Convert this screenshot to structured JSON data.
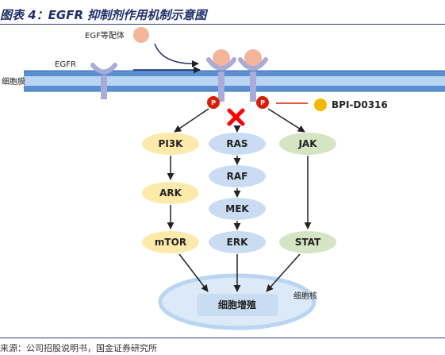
{
  "title": "图表 4：EGFR 抑制剂作用机制示意图",
  "source": "来源：公司招股说明书，国金证券研究所",
  "labels": {
    "ligand": "EGF等配体",
    "receptor": "EGFR",
    "membrane": "细胞膜",
    "inhibitor": "BPI-D0316",
    "phospho": "P",
    "nucleus": "细胞核",
    "outcome": "细胞增殖"
  },
  "pathways": {
    "left": [
      "PI3K",
      "ARK",
      "mTOR"
    ],
    "middle": [
      "RAS",
      "RAF",
      "MEK",
      "ERK"
    ],
    "right": [
      "JAK",
      "STAT"
    ]
  },
  "colors": {
    "title": "#1f2f6b",
    "rule": "#2b3f85",
    "membrane_outer": "#5b8fd3",
    "membrane_inner": "#b9d5f1",
    "receptor": "#a8acd6",
    "ligand": "#f5b59a",
    "phospho": "#d81e06",
    "inhibitor": "#f5b800",
    "block_mark": "#ff0000",
    "node_yellow": "#fde9a9",
    "node_blue": "#c9dcf2",
    "node_green": "#d4e5c3",
    "nucleus_fill": "#dce9f6",
    "nucleus_border": "#b9d5f1"
  }
}
